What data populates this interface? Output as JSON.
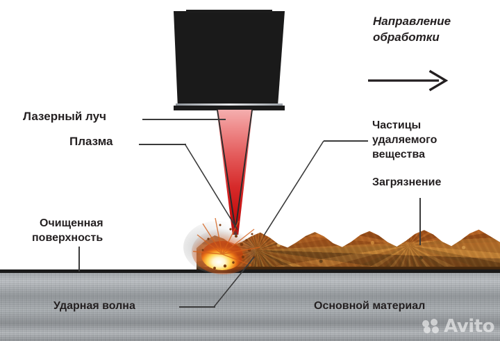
{
  "diagram": {
    "title": "Laser cleaning process diagram",
    "labels": {
      "direction_line1": "Направление",
      "direction_line2": "обработки",
      "laser_beam": "Лазерный луч",
      "plasma": "Плазма",
      "particles_line1": "Частицы",
      "particles_line2": "удаляемого",
      "particles_line3": "вещества",
      "contamination": "Загрязнение",
      "cleaned_line1": "Очищенная",
      "cleaned_line2": "поверхность",
      "shock_wave": "Ударная волна",
      "base_material": "Основной материал"
    },
    "icons": {
      "direction_arrow": "right-arrow-icon"
    },
    "colors": {
      "text": "#231f20",
      "leader_line": "#3a3a3a",
      "beam_top": "#f4aeae",
      "beam_bottom": "#b40c0c",
      "nozzle_metal": "#c7cbd0",
      "rust": "#c4631f",
      "substrate": "#9fa4a8",
      "plasma_core": "#fff3c4"
    },
    "watermark": {
      "text": "Avito"
    }
  }
}
